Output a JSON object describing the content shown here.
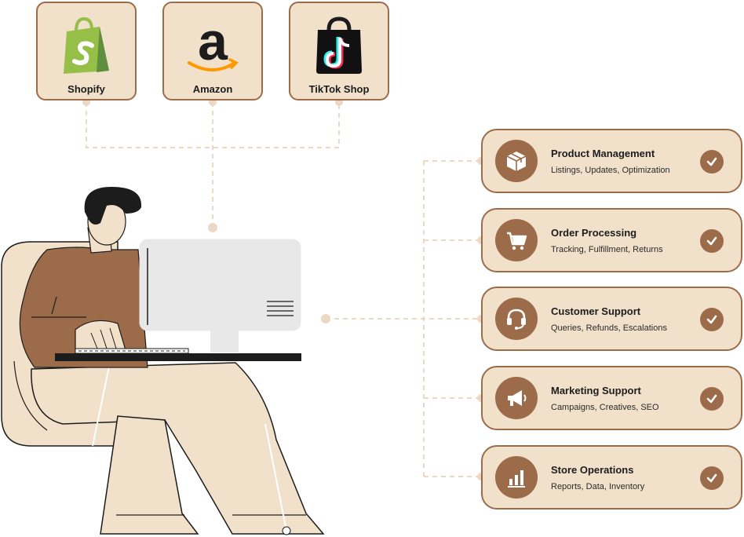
{
  "platforms": [
    {
      "label": "Shopify",
      "icon": "shopify-bag-icon"
    },
    {
      "label": "Amazon",
      "icon": "amazon-a-icon"
    },
    {
      "label": "TikTok Shop",
      "icon": "tiktok-bag-icon"
    }
  ],
  "services": [
    {
      "title": "Product Management",
      "subtitle": "Listings, Updates, Optimization",
      "icon": "package-box-icon"
    },
    {
      "title": "Order Processing",
      "subtitle": "Tracking, Fulfillment, Returns",
      "icon": "shopping-cart-icon"
    },
    {
      "title": "Customer Support",
      "subtitle": "Queries, Refunds, Escalations",
      "icon": "headset-icon"
    },
    {
      "title": "Marketing Support",
      "subtitle": "Campaigns, Creatives, SEO",
      "icon": "megaphone-icon"
    },
    {
      "title": "Store Operations",
      "subtitle": "Reports, Data, Inventory",
      "icon": "bar-chart-icon"
    }
  ],
  "colors": {
    "card_fill": "#f1e1cb",
    "accent_brown": "#9c6b4a",
    "connector": "#ecd9c3",
    "shopify_green": "#95bf47",
    "amazon_orange": "#ff9900"
  }
}
